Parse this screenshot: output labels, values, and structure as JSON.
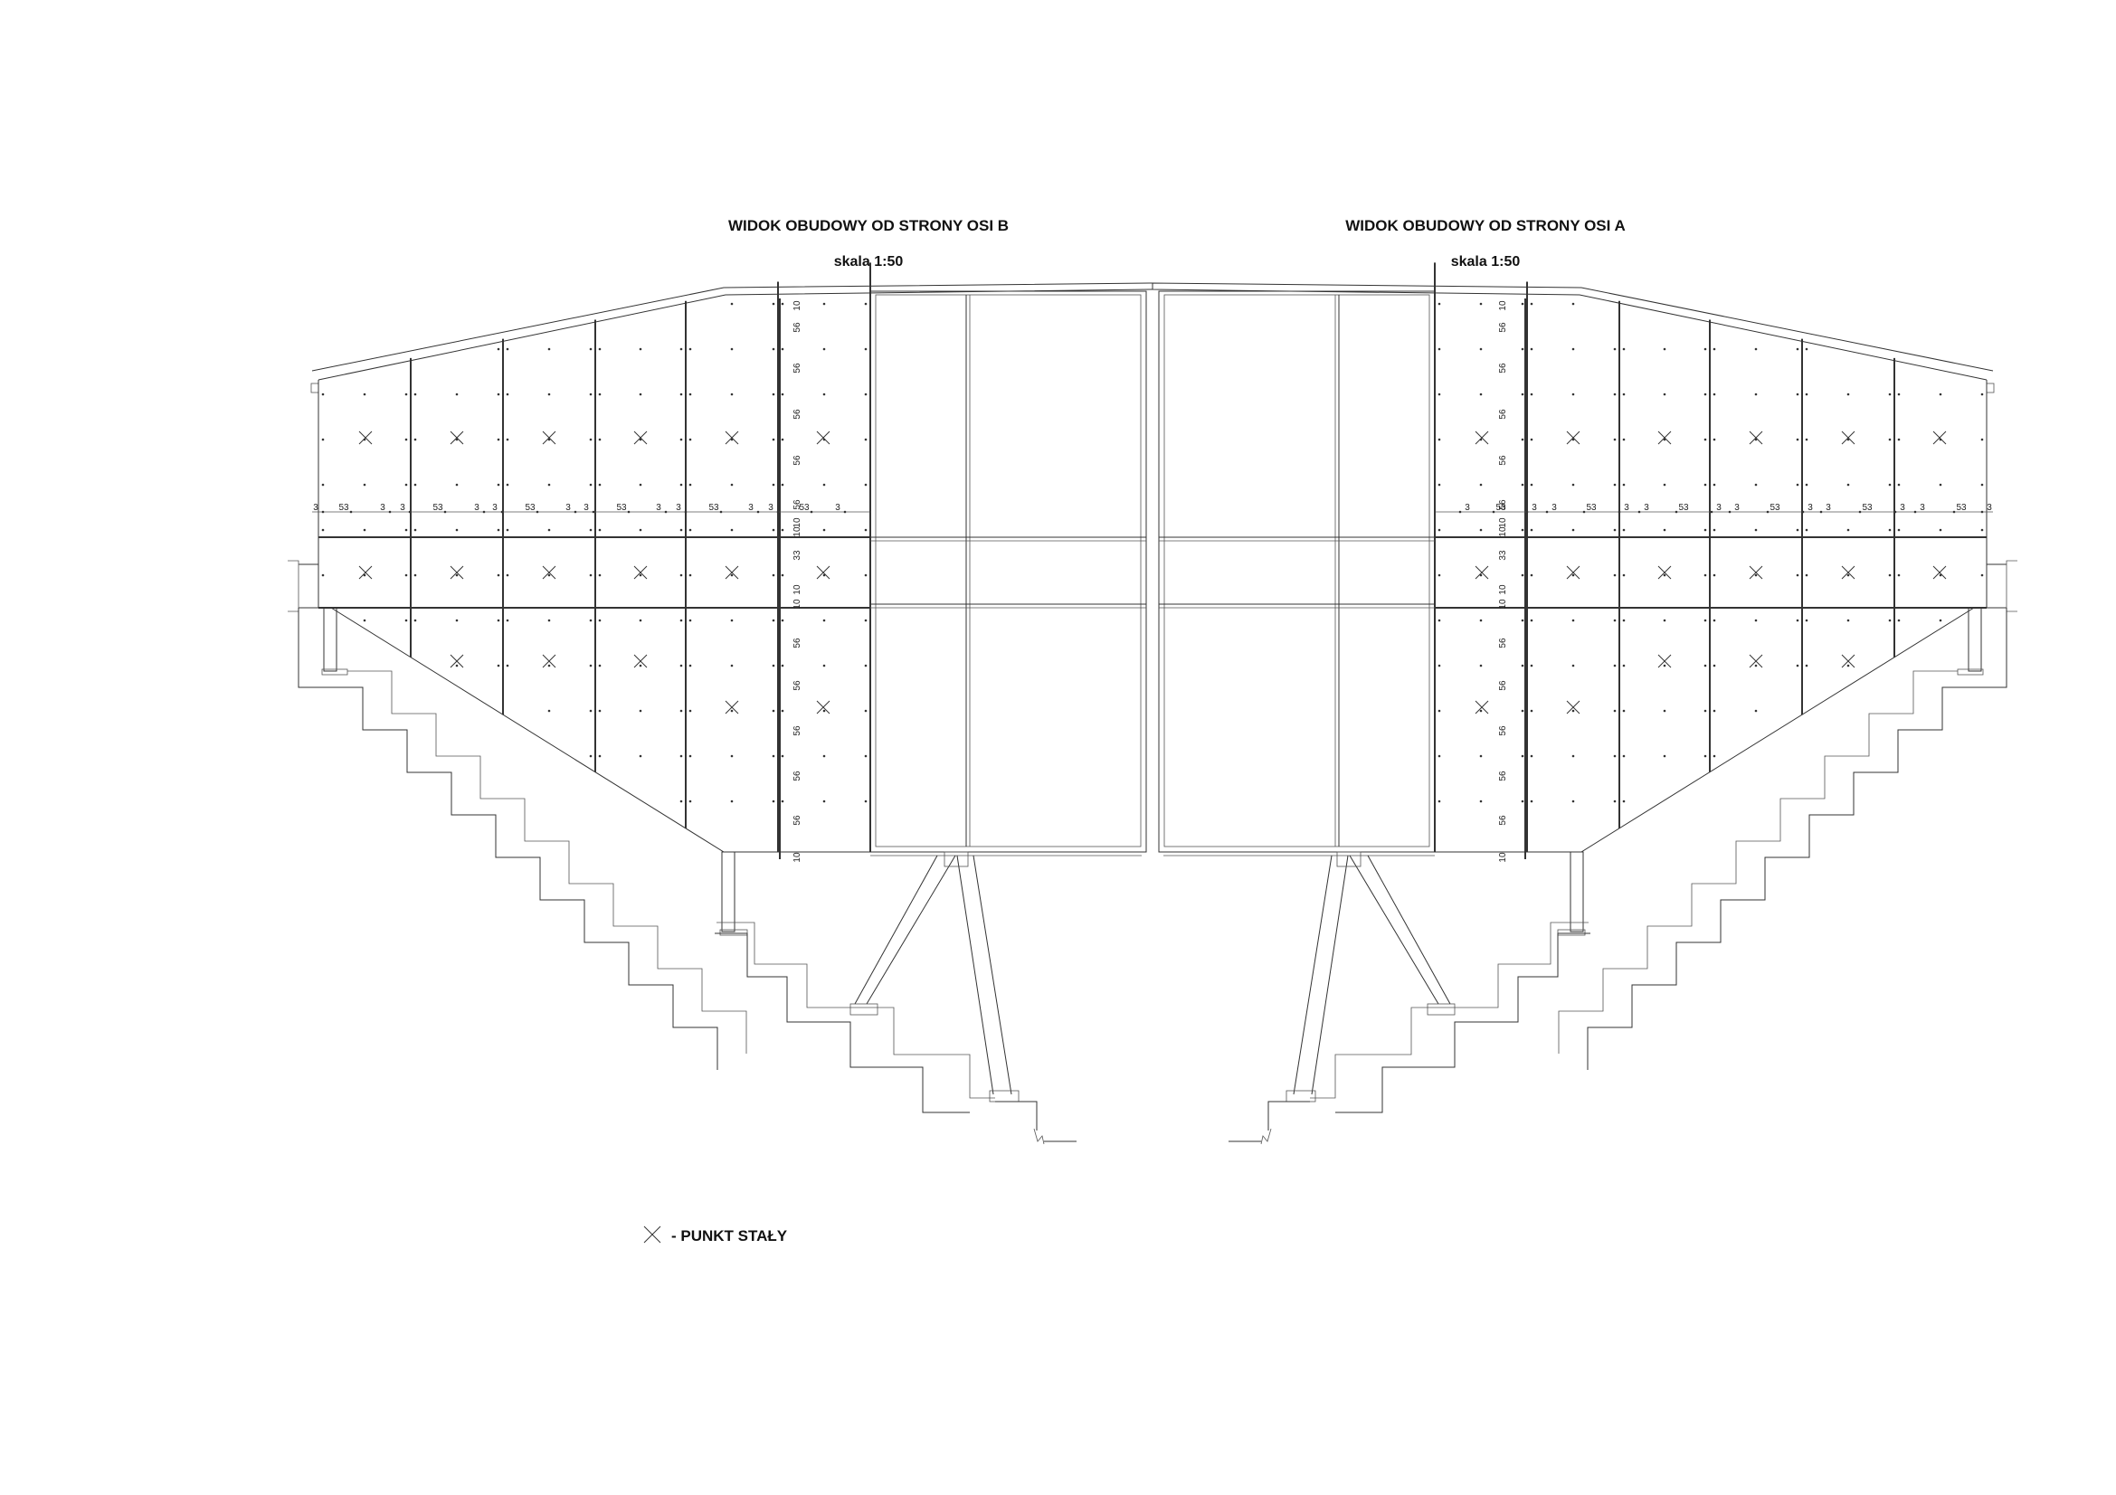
{
  "views": [
    {
      "id": "osi-b",
      "title": "WIDOK OBUDOWY OD STRONY OSI B",
      "scale": "skala 1:50",
      "h_dims": [
        "3",
        "53",
        "3",
        "3",
        "53",
        "3",
        "3",
        "53",
        "3",
        "3",
        "53",
        "3",
        "3",
        "53",
        "3",
        "3",
        "53",
        "3"
      ],
      "v_dims": [
        "10",
        "56",
        "56",
        "56",
        "56",
        "56",
        "10",
        "10",
        "33",
        "10",
        "10",
        "56",
        "56",
        "56",
        "56",
        "56",
        "10"
      ]
    },
    {
      "id": "osi-a",
      "title": "WIDOK OBUDOWY OD STRONY OSI A",
      "scale": "skala 1:50",
      "h_dims": [
        "3",
        "53",
        "3",
        "3",
        "53",
        "3",
        "3",
        "53",
        "3",
        "3",
        "53",
        "3",
        "3",
        "53",
        "3",
        "3",
        "53",
        "3"
      ],
      "v_dims": [
        "10",
        "56",
        "56",
        "56",
        "56",
        "56",
        "10",
        "10",
        "33",
        "10",
        "10",
        "56",
        "56",
        "56",
        "56",
        "56",
        "10"
      ]
    }
  ],
  "legend": {
    "symbol": "x-mark-icon",
    "text": "-  PUNKT STAŁY"
  }
}
